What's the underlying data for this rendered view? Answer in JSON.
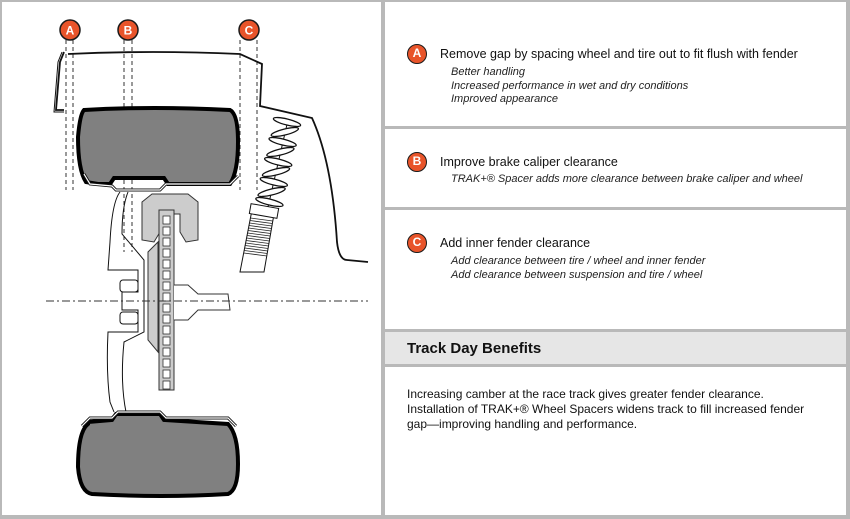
{
  "colors": {
    "badge": "#e8542a",
    "frame": "#b9b9b9",
    "header_bg": "#e6e6e6",
    "tire": "#808080",
    "part_fill": "#cccccc"
  },
  "diagram": {
    "markers": [
      "A",
      "B",
      "C"
    ]
  },
  "benefits": [
    {
      "badge": "A",
      "title": "Remove gap by spacing wheel and tire out to fit flush with fender",
      "details": [
        "Better handling",
        "Increased performance in wet and dry conditions",
        "Improved appearance"
      ]
    },
    {
      "badge": "B",
      "title": "Improve brake caliper clearance",
      "details": [
        "TRAK+® Spacer adds more clearance between brake caliper and wheel"
      ]
    },
    {
      "badge": "C",
      "title": "Add inner fender clearance",
      "details": [
        "Add clearance between tire / wheel and inner fender",
        "Add clearance between suspension and tire / wheel"
      ]
    }
  ],
  "track_day": {
    "heading": "Track Day Benefits",
    "lines": [
      "Increasing camber at the race track gives greater fender clearance.",
      "Installation of TRAK+® Wheel Spacers widens track to fill increased fender",
      "gap—improving handling and performance."
    ]
  }
}
